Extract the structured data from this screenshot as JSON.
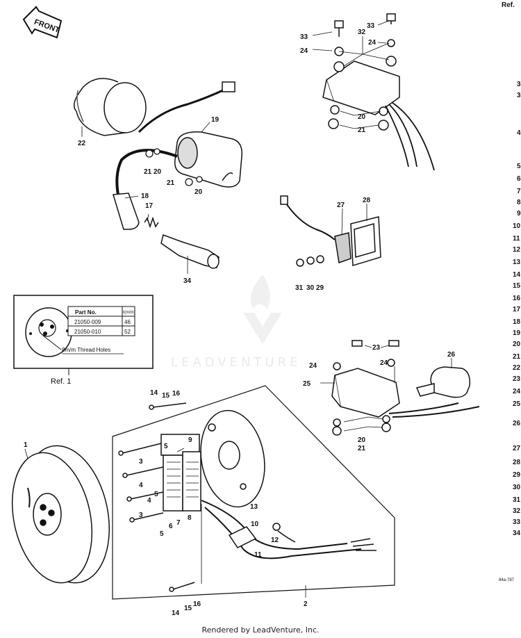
{
  "header": {
    "ref_label": "Ref."
  },
  "front_arrow": {
    "label": "FRONT"
  },
  "inset": {
    "table_header": {
      "part": "Part   No.",
      "unit": "ℓ(m/m)"
    },
    "rows": [
      {
        "part": "21050-009",
        "value": "46"
      },
      {
        "part": "21050-010",
        "value": "52"
      }
    ],
    "thread_note": "8m/m Thread Holes",
    "ref_caption": "Ref. 1"
  },
  "callouts": [
    "1",
    "2",
    "3",
    "4",
    "5",
    "6",
    "7",
    "8",
    "9",
    "10",
    "11",
    "12",
    "13",
    "14",
    "15",
    "16",
    "17",
    "18",
    "19",
    "20",
    "21",
    "22",
    "23",
    "24",
    "25",
    "26",
    "27",
    "28",
    "29",
    "30",
    "31",
    "32",
    "33",
    "34"
  ],
  "right_index": [
    "3",
    "3",
    "4",
    "5",
    "6",
    "7",
    "8",
    "9",
    "10",
    "11",
    "12",
    "13",
    "14",
    "15",
    "16",
    "17",
    "18",
    "19",
    "20",
    "21",
    "22",
    "23",
    "24",
    "25",
    "26",
    "27",
    "28",
    "29",
    "30",
    "31",
    "32",
    "33",
    "34"
  ],
  "diagram_code": "84a-787",
  "watermark": "LEADVENTURE",
  "footer": {
    "text": "Rendered by LeadVenture, Inc."
  }
}
